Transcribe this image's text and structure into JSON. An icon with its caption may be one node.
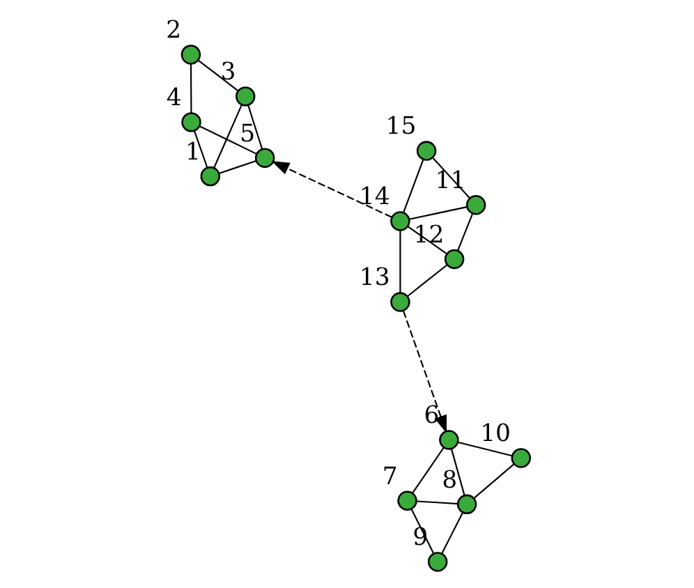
{
  "diagram": {
    "nodes": [
      {
        "text": [],
        "shape": "circle",
        "beside": [
          "1"
        ]
      },
      {
        "text": [],
        "shape": "circle",
        "beside": [
          "2"
        ]
      },
      {
        "text": [],
        "shape": "circle",
        "beside": [
          "3"
        ]
      },
      {
        "text": [],
        "shape": "circle",
        "beside": [
          "4"
        ]
      },
      {
        "text": [],
        "shape": "circle",
        "beside": [
          "5"
        ]
      },
      {
        "text": [],
        "shape": "circle",
        "beside": [
          "6"
        ]
      },
      {
        "text": [],
        "shape": "circle",
        "beside": [
          "7"
        ]
      },
      {
        "text": [],
        "shape": "circle",
        "beside": [
          "8"
        ]
      },
      {
        "text": [],
        "shape": "circle",
        "beside": [
          "9"
        ]
      },
      {
        "text": [],
        "shape": "circle",
        "beside": [
          "10"
        ]
      },
      {
        "text": [],
        "shape": "circle",
        "beside": [
          "11"
        ]
      },
      {
        "text": [],
        "shape": "circle",
        "beside": [
          "12"
        ]
      },
      {
        "text": [],
        "shape": "circle",
        "beside": [
          "13"
        ]
      },
      {
        "text": [],
        "shape": "circle",
        "beside": [
          "14"
        ]
      },
      {
        "text": [],
        "shape": "circle",
        "beside": [
          "15"
        ]
      }
    ],
    "edges": [
      {
        "from": 0,
        "to": 2,
        "arrow": "none"
      },
      {
        "from": 2,
        "to": 1,
        "arrow": "none"
      },
      {
        "from": 1,
        "to": 3,
        "arrow": "none"
      },
      {
        "from": 0,
        "to": 3,
        "arrow": "none"
      },
      {
        "from": 0,
        "to": 4,
        "arrow": "none"
      },
      {
        "from": 2,
        "to": 4,
        "arrow": "none"
      },
      {
        "from": 3,
        "to": 4,
        "arrow": "none"
      },
      {
        "from": 5,
        "to": 6,
        "arrow": "none"
      },
      {
        "from": 6,
        "to": 7,
        "arrow": "none"
      },
      {
        "from": 6,
        "to": 8,
        "arrow": "none"
      },
      {
        "from": 8,
        "to": 7,
        "arrow": "none"
      },
      {
        "from": 5,
        "to": 7,
        "arrow": "none"
      },
      {
        "from": 5,
        "to": 9,
        "arrow": "none"
      },
      {
        "from": 9,
        "to": 7,
        "arrow": "none"
      },
      {
        "from": 10,
        "to": 14,
        "arrow": "none"
      },
      {
        "from": 14,
        "to": 13,
        "arrow": "none"
      },
      {
        "from": 10,
        "to": 13,
        "arrow": "none"
      },
      {
        "from": 10,
        "to": 11,
        "arrow": "none"
      },
      {
        "from": 11,
        "to": 13,
        "arrow": "none"
      },
      {
        "from": 11,
        "to": 12,
        "arrow": "none"
      },
      {
        "from": 12,
        "to": 13,
        "arrow": "none"
      },
      {
        "from": 13,
        "to": 4,
        "arrow": "to",
        "style": "dashed"
      },
      {
        "from": 12,
        "to": 5,
        "arrow": "to",
        "style": "dashed"
      }
    ]
  }
}
